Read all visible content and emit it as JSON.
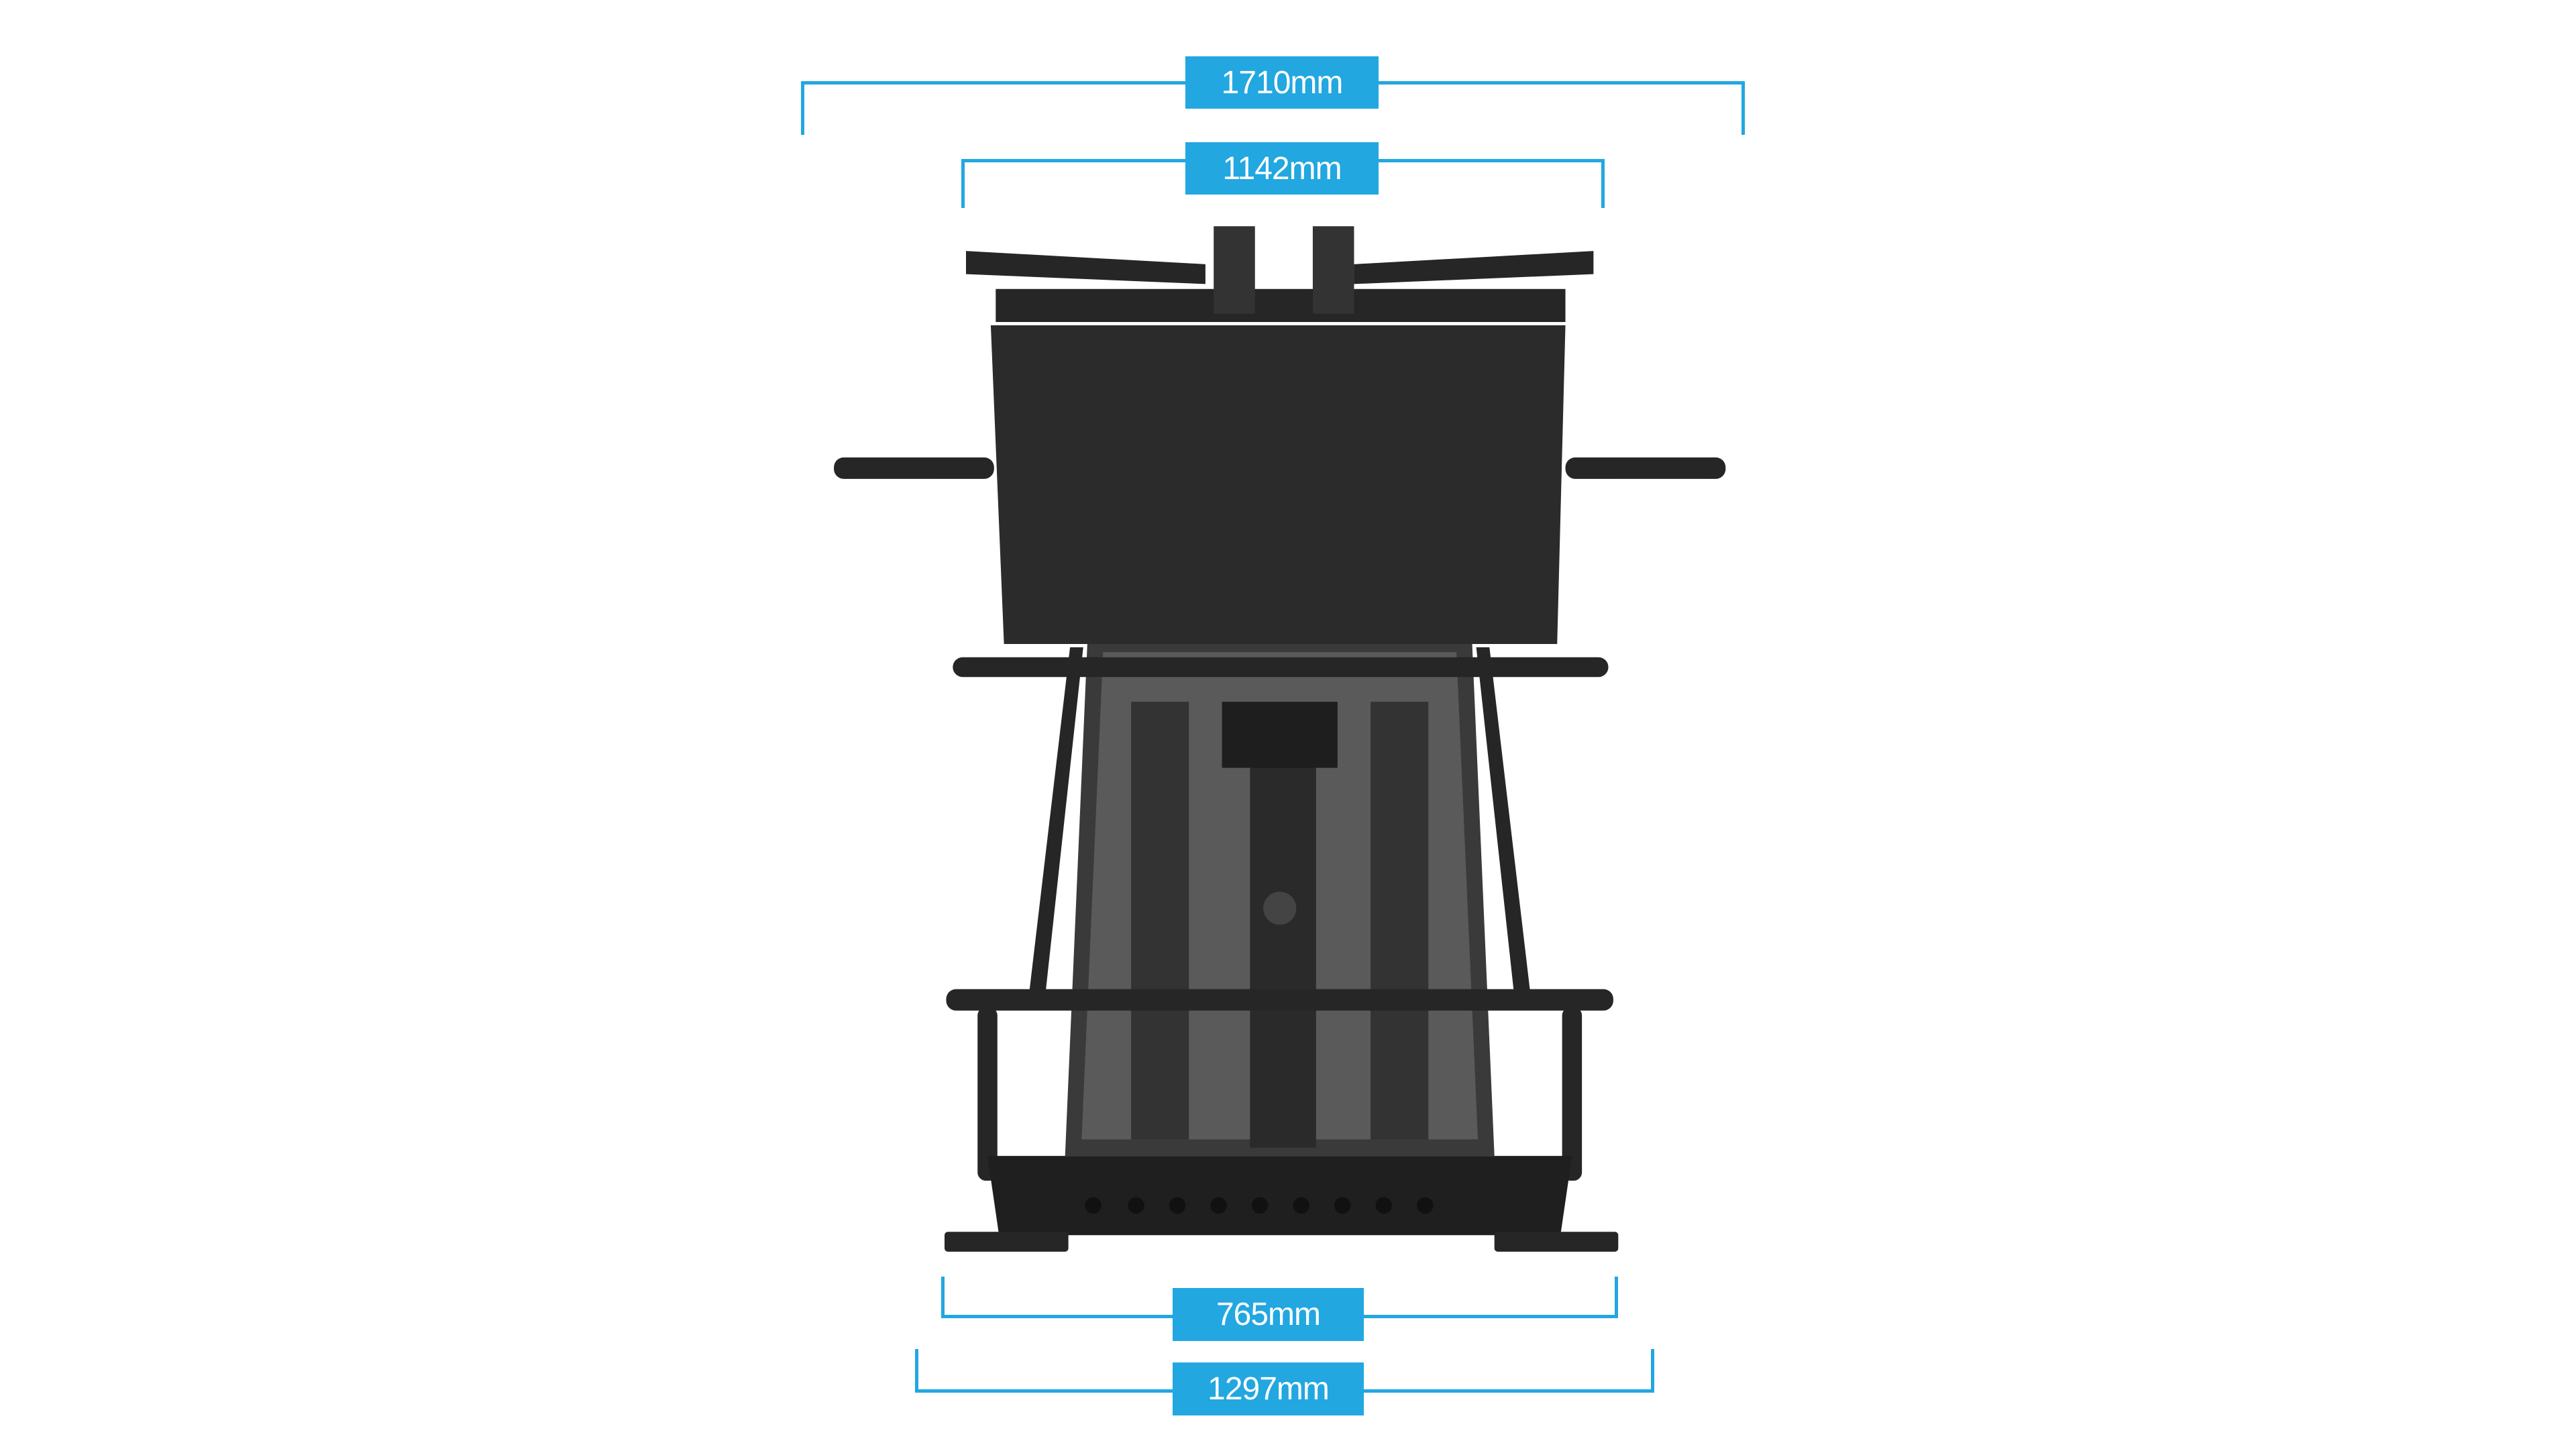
{
  "dimensions": {
    "overall_width": "1710mm",
    "plate_width": "1142mm",
    "inner_base_width": "765mm",
    "base_width": "1297mm"
  },
  "colors": {
    "accent": "#22a7e0",
    "frame": "#2b2b2b"
  }
}
